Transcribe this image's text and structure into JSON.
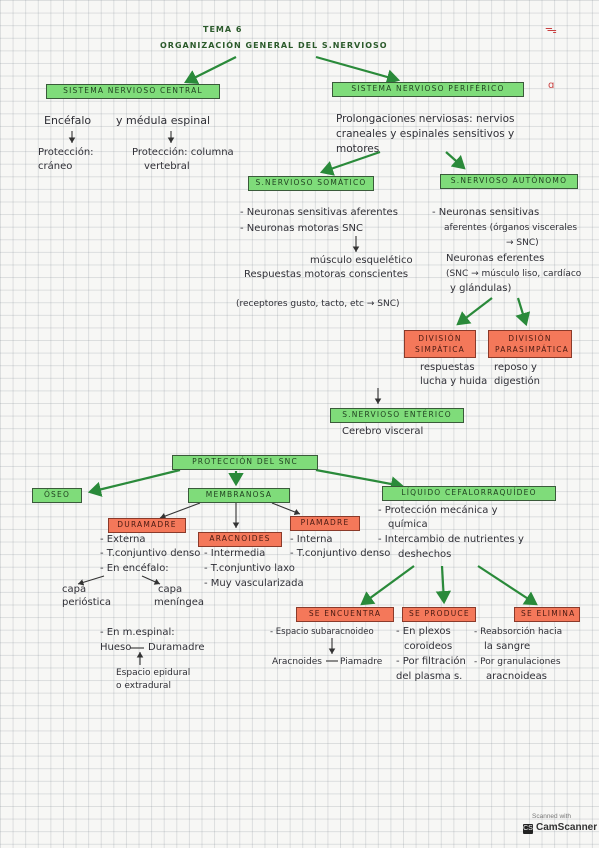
{
  "title": {
    "line1": "TEMA 6",
    "line2": "ORGANIZACIÓN GENERAL DEL S.NERVIOSO"
  },
  "snc": {
    "label": "SISTEMA NERVIOSO CENTRAL",
    "encefalo": "Encéfalo",
    "medula": "y médula espinal",
    "proteccion_craneo_1": "Protección:",
    "proteccion_craneo_2": "cráneo",
    "proteccion_columna_1": "Protección: columna",
    "proteccion_columna_2": "vertebral"
  },
  "snp": {
    "label": "SISTEMA NERVIOSO PERIFÉRICO",
    "desc_1": "Prolongaciones nerviosas: nervios",
    "desc_2": "craneales y espinales sensitivos y",
    "desc_3": "motores"
  },
  "somatico": {
    "label": "S.NERVIOSO SOMÁTICO",
    "l1": "- Neuronas sensitivas aferentes",
    "l2": "- Neuronas motoras SNC",
    "l3": "músculo esquelético",
    "l4": "Respuestas motoras conscientes",
    "l5": "(receptores gusto, tacto, etc → SNC)"
  },
  "autonomo": {
    "label": "S.NERVIOSO AUTÓNOMO",
    "l1": "- Neuronas sensitivas",
    "l2": "aferentes (órganos viscerales",
    "l3": "→ SNC)",
    "l4": "Neuronas eferentes",
    "l5": "(SNC → músculo liso, cardíaco",
    "l6": "y glándulas)"
  },
  "simpatica": {
    "label_1": "DIVISIÓN",
    "label_2": "SIMPÁTICA",
    "d1": "respuestas",
    "d2": "lucha y huida"
  },
  "parasimpatica": {
    "label_1": "DIVISIÓN",
    "label_2": "PARASIMPÁTICA",
    "d1": "reposo y",
    "d2": "digestión"
  },
  "enterico": {
    "label": "S.NERVIOSO ENTÉRICO",
    "desc": "Cerebro visceral"
  },
  "proteccion": {
    "label": "PROTECCIÓN DEL SNC"
  },
  "oseo": {
    "label": "ÓSEO"
  },
  "membranosa": {
    "label": "MEMBRANOSA"
  },
  "liquido": {
    "label": "LÍQUIDO CEFALORRAQUÍDEO",
    "l1": "- Protección mecánica y",
    "l2": "química",
    "l3": "- Intercambio de nutrientes y",
    "l4": "deshechos"
  },
  "duramadre": {
    "label": "DURAMADRE",
    "l1": "- Externa",
    "l2": "- T.conjuntivo denso",
    "l3": "- En encéfalo:",
    "capa_per_1": "capa",
    "capa_per_2": "perióstica",
    "capa_men_1": "capa",
    "capa_men_2": "meníngea",
    "l4": "- En m.espinal:",
    "hueso": "Hueso",
    "dura": "Duramadre",
    "epi_1": "Espacio epidural",
    "epi_2": "o extradural"
  },
  "aracnoides": {
    "label": "ARACNOIDES",
    "l1": "- Intermedia",
    "l2": "- T.conjuntivo laxo",
    "l3": "- Muy vascularizada"
  },
  "piamadre": {
    "label": "PIAMADRE",
    "l1": "- Interna",
    "l2": "- T.conjuntivo denso"
  },
  "encuentra": {
    "label": "SE ENCUENTRA",
    "l1": "- Espacio subaracnoideo",
    "aracnoides": "Aracnoides",
    "piamadre": "Piamadre"
  },
  "produce": {
    "label": "SE PRODUCE",
    "l1": "- En plexos",
    "l2": "coroideos",
    "l3": "- Por filtración",
    "l4": "del plasma s."
  },
  "elimina": {
    "label": "SE ELIMINA",
    "l1": "- Reabsorción hacia",
    "l2": "la sangre",
    "l3": "- Por granulaciones",
    "l4": "aracnoideas"
  },
  "watermark": {
    "top": "Scanned with",
    "logo": "CS",
    "name": "CamScanner"
  },
  "colors": {
    "green_label": "#7fdc7a",
    "orange_label": "#f4785a",
    "arrow": "#2a8a3a"
  }
}
